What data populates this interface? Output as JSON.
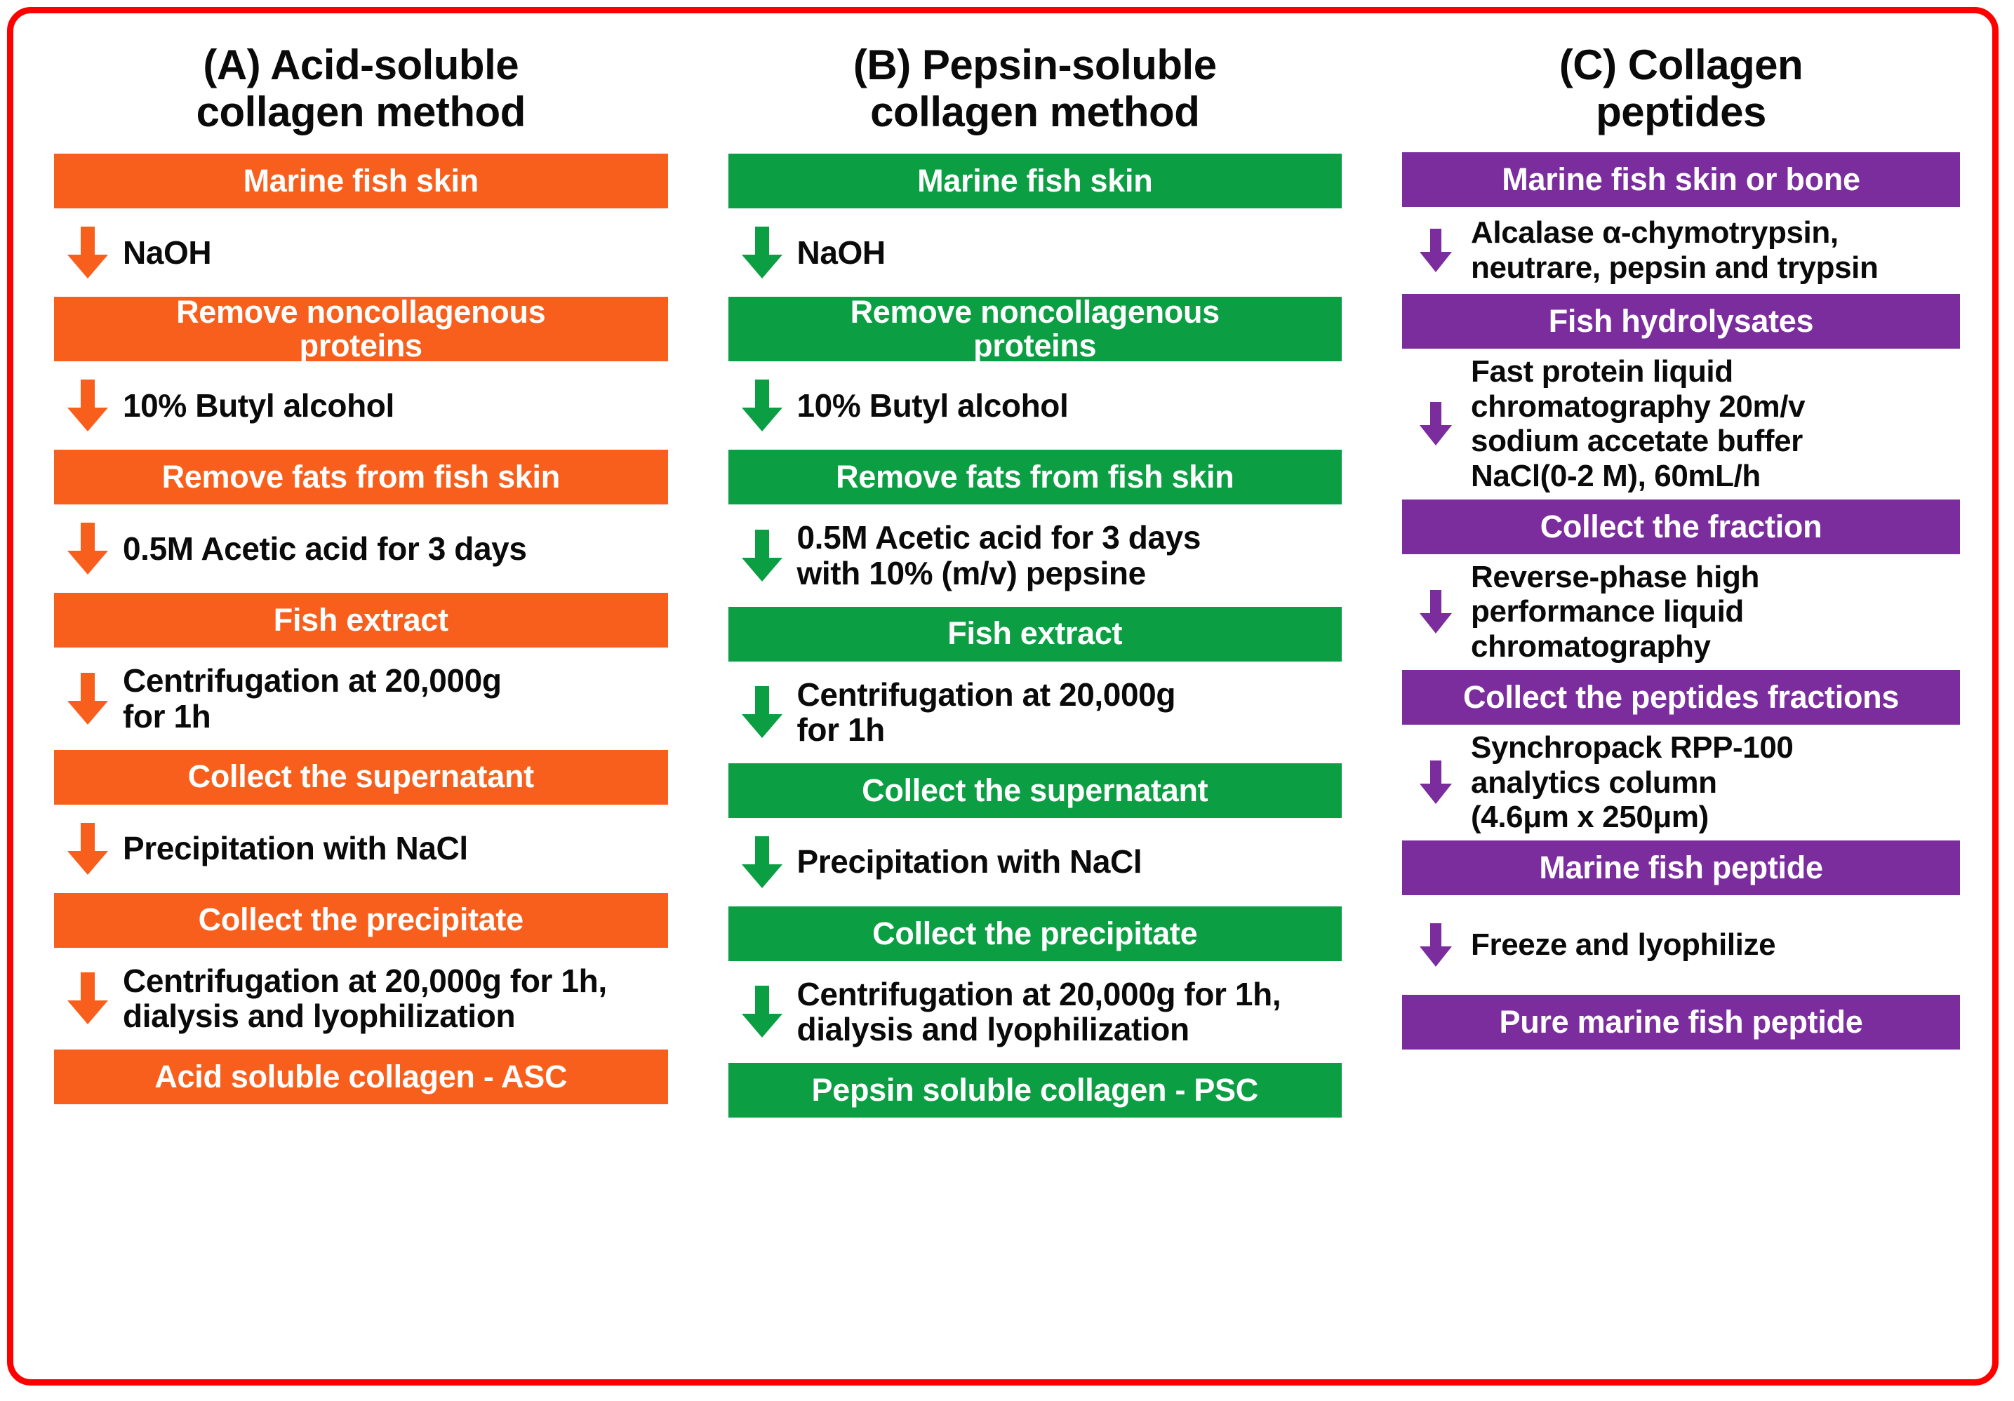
{
  "figure": {
    "frame_color": "#fe0000",
    "background": "#ffffff"
  },
  "palette": {
    "orange": "#f95f1c",
    "green": "#0b9e43",
    "purple": "#7b2d9e",
    "text_dark": "#0a0a0a",
    "box_text": "#ffffff"
  },
  "columns": [
    {
      "id": "acid-soluble-collagen-method",
      "letter": "(A)",
      "title": "(A) Acid-soluble\ncollagen method",
      "color": "#f95f1c",
      "steps": [
        {
          "kind": "box",
          "label": "Marine fish skin"
        },
        {
          "kind": "arrow",
          "label": "NaOH"
        },
        {
          "kind": "box",
          "label": "Remove noncollagenous\nproteins"
        },
        {
          "kind": "arrow",
          "label": "10% Butyl alcohol"
        },
        {
          "kind": "box",
          "label": "Remove fats from fish skin"
        },
        {
          "kind": "arrow",
          "label": "0.5M Acetic acid for 3 days"
        },
        {
          "kind": "box",
          "label": "Fish extract"
        },
        {
          "kind": "arrow",
          "label": "Centrifugation at 20,000g\nfor 1h"
        },
        {
          "kind": "box",
          "label": "Collect  the supernatant"
        },
        {
          "kind": "arrow",
          "label": "Precipitation with NaCl"
        },
        {
          "kind": "box",
          "label": "Collect  the precipitate"
        },
        {
          "kind": "arrow",
          "label": "Centrifugation at 20,000g for 1h,\ndialysis and lyophilization"
        },
        {
          "kind": "box",
          "label": "Acid soluble collagen - ASC"
        }
      ]
    },
    {
      "id": "pepsin-soluble-collagen-method",
      "letter": "(B)",
      "title": "(B) Pepsin-soluble\ncollagen method",
      "color": "#0b9e43",
      "steps": [
        {
          "kind": "box",
          "label": "Marine fish skin"
        },
        {
          "kind": "arrow",
          "label": "NaOH"
        },
        {
          "kind": "box",
          "label": "Remove noncollagenous\nproteins"
        },
        {
          "kind": "arrow",
          "label": "10% Butyl alcohol"
        },
        {
          "kind": "box",
          "label": "Remove fats from fish skin"
        },
        {
          "kind": "arrow",
          "label": "0.5M Acetic acid for 3 days\nwith 10% (m/v) pepsine"
        },
        {
          "kind": "box",
          "label": "Fish extract"
        },
        {
          "kind": "arrow",
          "label": "Centrifugation at 20,000g\nfor 1h"
        },
        {
          "kind": "box",
          "label": "Collect  the supernatant"
        },
        {
          "kind": "arrow",
          "label": "Precipitation with NaCl"
        },
        {
          "kind": "box",
          "label": "Collect  the precipitate"
        },
        {
          "kind": "arrow",
          "label": "Centrifugation at 20,000g for 1h,\ndialysis and lyophilization"
        },
        {
          "kind": "box",
          "label": "Pepsin soluble collagen - PSC"
        }
      ]
    },
    {
      "id": "collagen-peptides",
      "letter": "(C)",
      "title": "(C) Collagen\npeptides",
      "color": "#7b2d9e",
      "steps": [
        {
          "kind": "box",
          "label": "Marine fish skin or bone"
        },
        {
          "kind": "arrow",
          "label": "Alcalase α-chymotrypsin,\nneutrare, pepsin and trypsin"
        },
        {
          "kind": "box",
          "label": "Fish hydrolysates"
        },
        {
          "kind": "arrow",
          "label": "Fast protein liquid\nchromatography 20m/v\nsodium accetate buffer\nNaCl(0-2 M), 60mL/h"
        },
        {
          "kind": "box",
          "label": "Collect the fraction"
        },
        {
          "kind": "arrow",
          "label": "Reverse-phase high\nperformance liquid\nchromatography"
        },
        {
          "kind": "box",
          "label": "Collect the peptides fractions"
        },
        {
          "kind": "arrow",
          "label": "Synchropack RPP-100\nanalytics column\n(4.6μm x 250μm)"
        },
        {
          "kind": "box",
          "label": "Marine fish peptide"
        },
        {
          "kind": "arrow",
          "label": "Freeze and lyophilize"
        },
        {
          "kind": "box",
          "label": "Pure marine fish peptide"
        }
      ]
    }
  ]
}
